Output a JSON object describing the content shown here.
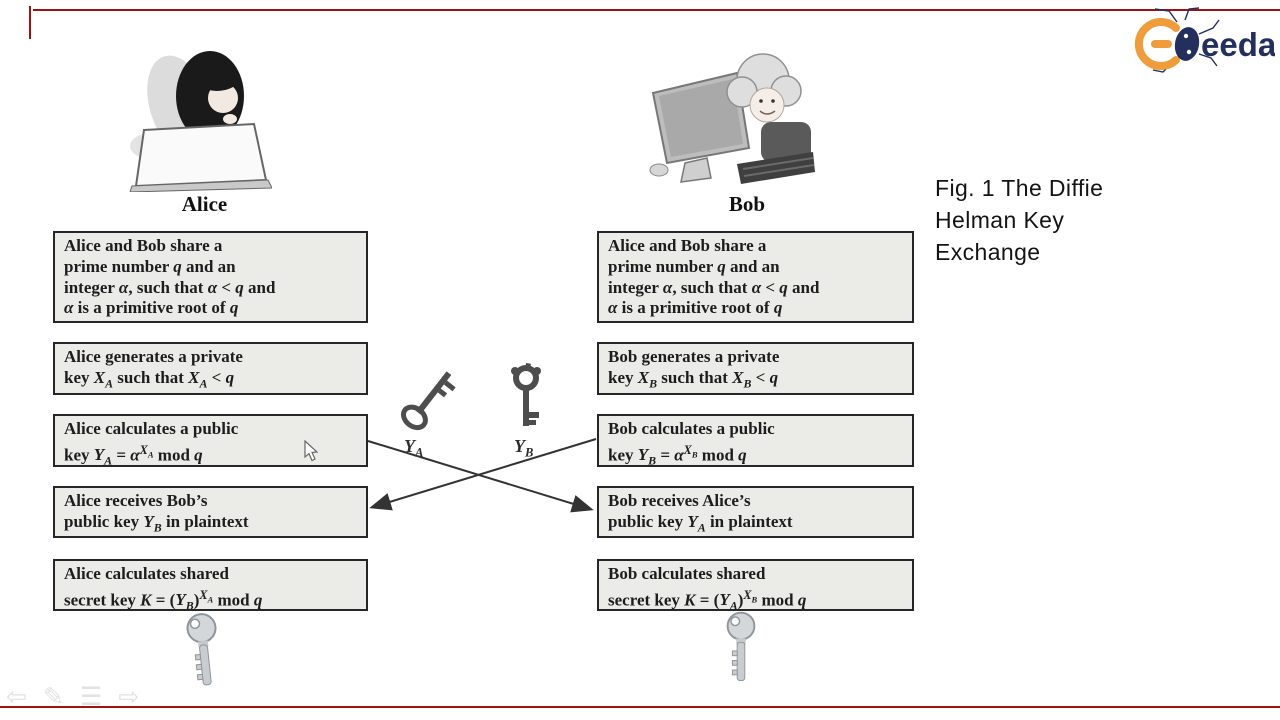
{
  "page": {
    "background": "#ffffff",
    "frame_color": "#a01212",
    "box_fill": "#ebebe8",
    "box_border": "#262626"
  },
  "logo": {
    "text": "eeda",
    "orange": "#ef9d3c",
    "navy": "#232f5d"
  },
  "caption": {
    "lines": [
      "Fig. 1 The Diffie",
      "Helman Key",
      "Exchange"
    ]
  },
  "alice": {
    "title": "Alice",
    "boxes": [
      "Alice and Bob share a<br>prime number <i>q</i> and an<br>integer <i>α</i>, such that <i>α</i> &lt; <i>q</i> and<br><i>α</i> is a primitive root of <i>q</i>",
      "Alice generates a private<br>key <i>X<sub>A</sub></i> such that <i>X<sub>A</sub></i> &lt; <i>q</i>",
      "Alice calculates a public<br>key <i>Y<sub>A</sub></i> = <i>α</i><sup><i>X<sub>A</sub></i></sup> mod <i>q</i>",
      "Alice receives Bob’s<br>public key <i>Y<sub>B</sub></i> in plaintext",
      "Alice calculates shared<br>secret key <i>K</i> = (<i>Y<sub>B</sub></i>)<sup><i>X<sub>A</sub></i></sup> mod <i>q</i>"
    ]
  },
  "bob": {
    "title": "Bob",
    "boxes": [
      "Alice and Bob share a<br>prime number <i>q</i> and an<br>integer <i>α</i>, such that <i>α</i> &lt; <i>q</i> and<br><i>α</i> is a primitive root of <i>q</i>",
      "Bob generates a private<br>key <i>X<sub>B</sub></i> such that <i>X<sub>B</sub></i> &lt; <i>q</i>",
      "Bob calculates a public<br>key <i>Y<sub>B</sub></i> = <i>α</i><sup><i>X<sub>B</sub></i></sup> mod <i>q</i>",
      "Bob receives Alice’s<br>public key <i>Y<sub>A</sub></i> in plaintext",
      "Bob calculates shared<br>secret key <i>K</i> = (<i>Y<sub>A</sub></i>)<sup><i>X<sub>B</sub></i></sup> mod <i>q</i>"
    ]
  },
  "exchange": {
    "ya_label": "<i>Y<sub>A</sub></i>",
    "yb_label": "<i>Y<sub>B</sub></i>"
  },
  "toolbar": {
    "items": [
      {
        "name": "back",
        "glyph": "⇦"
      },
      {
        "name": "pen",
        "glyph": "✎"
      },
      {
        "name": "list",
        "glyph": "☰"
      },
      {
        "name": "forward",
        "glyph": "⇨"
      }
    ]
  }
}
